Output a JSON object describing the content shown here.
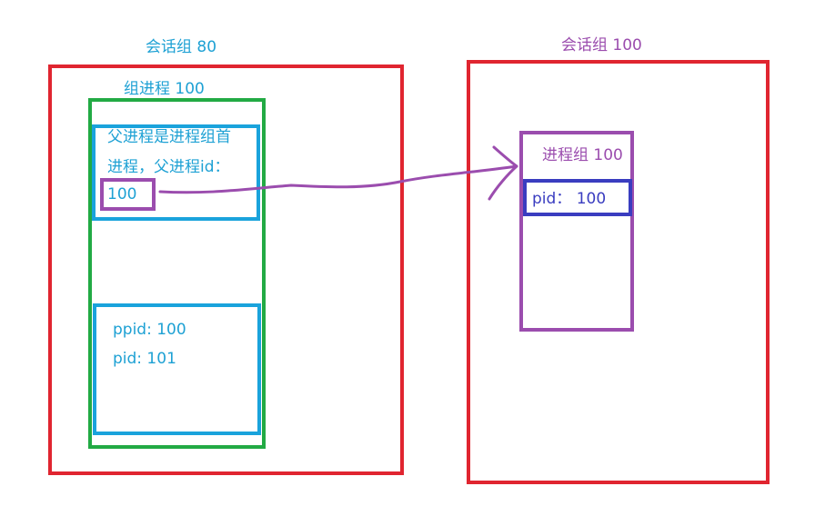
{
  "colors": {
    "red": "#e02530",
    "green": "#22aa44",
    "cyan_blue": "#1aa3dc",
    "purple": "#9b4dae",
    "navy": "#3a3dc0",
    "teal_text": "#1ea1d4"
  },
  "left_session": {
    "title": "会话组 80",
    "group": {
      "title": "组进程 100",
      "parent_box": {
        "line1": "父进程是进程组首",
        "line2": "进程，父进程id：",
        "id_value": "100"
      },
      "child_box": {
        "ppid": "ppid: 100",
        "pid": "pid: 101"
      }
    }
  },
  "right_session": {
    "title": "会话组 100",
    "group": {
      "title": "进程组 100",
      "pid": "pid： 100"
    }
  }
}
